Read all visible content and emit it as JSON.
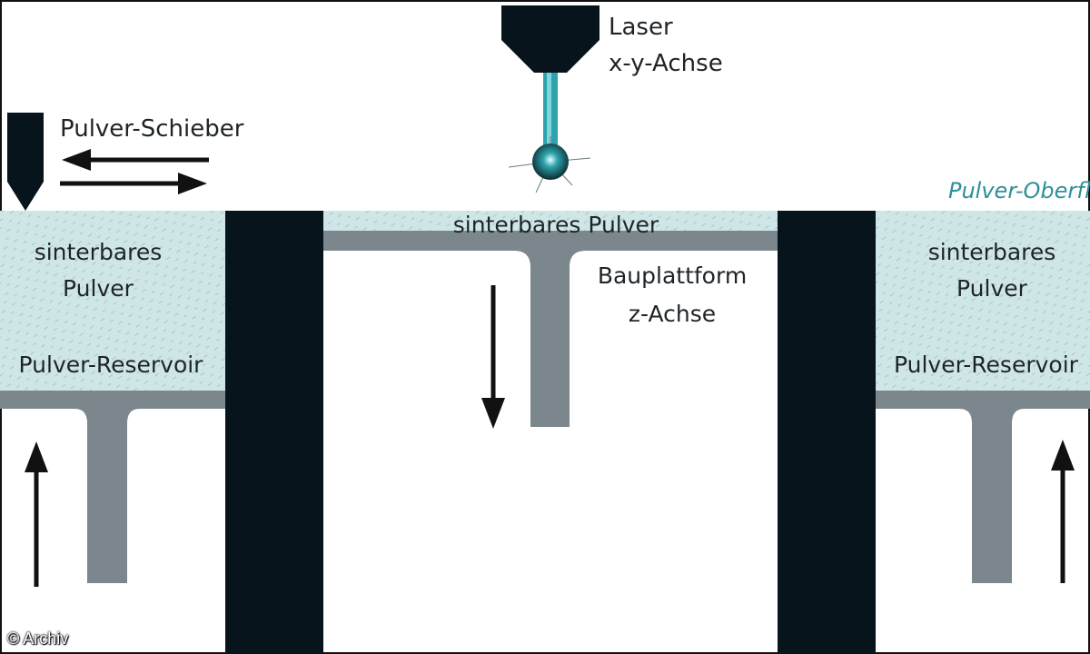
{
  "labels": {
    "laser_line1": "Laser",
    "laser_line2": "x-y-Achse",
    "pusher": "Pulver-Schieber",
    "powder_surface": "Pulver-Oberfl",
    "center_powder": "sinterbares Pulver",
    "platform_line1": "Bauplattform",
    "platform_line2": "z-Achse",
    "left_powder_line1": "sinterbares",
    "left_powder_line2": "Pulver",
    "left_reservoir": "Pulver-Reservoir",
    "right_powder_line1": "sinterbares",
    "right_powder_line2": "Pulver",
    "right_reservoir": "Pulver-Reservoir",
    "credit": "© Archiv"
  },
  "colors": {
    "powder": "#cfe6e7",
    "walls": "#08141c",
    "platform": "#7b878d",
    "laser_beam": "#2fa3ad",
    "surface_label": "#2f8f9b",
    "arrows": "#111111"
  }
}
